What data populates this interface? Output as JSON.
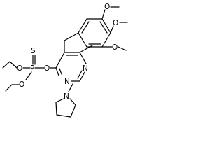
{
  "structure": {
    "atoms": {
      "P": "P",
      "S": "S",
      "O_ester_top": "O",
      "O_ester_bottom": "O",
      "O_aryl": "O",
      "N_ring_1": "N",
      "N_ring_3": "N",
      "N_pyrrolidine": "N",
      "O_methoxy_1": "O",
      "O_methoxy_2": "O",
      "O_methoxy_3": "O"
    },
    "line_color": "#000000",
    "background": "#ffffff"
  }
}
